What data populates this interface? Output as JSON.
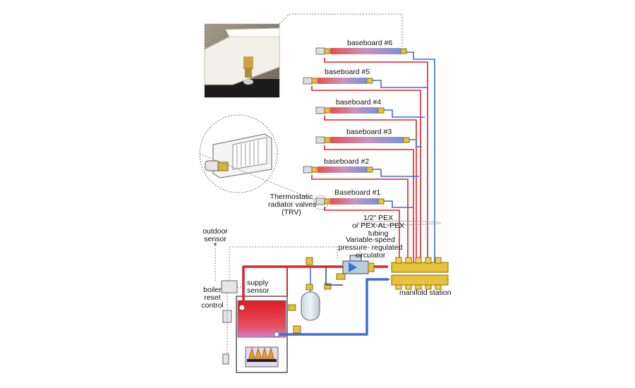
{
  "baseboards": [
    {
      "label": "baseboard #6"
    },
    {
      "label": "baseboard #5"
    },
    {
      "label": "baseboard #4"
    },
    {
      "label": "baseboard #3"
    },
    {
      "label": "baseboard #2"
    },
    {
      "label": "Baseboard #1"
    }
  ],
  "labels": {
    "trv_line1": "Thermostatic",
    "trv_line2": "radiator valves",
    "trv_line3": "(TRV)",
    "pex_line1": "1/2\" PEX",
    "pex_line2": "or PEX-AL-PEX",
    "pex_line3": "tubing",
    "circ_line1": "Variable-speed",
    "circ_line2": "pressure- regulated",
    "circ_line3": "circulator",
    "outdoor_line1": "outdoor",
    "outdoor_line2": "sensor",
    "supply_line1": "supply",
    "supply_line2": "sensor",
    "boiler_line1": "boiler",
    "boiler_line2": "reset",
    "boiler_line3": "control",
    "manifold": "manifold station"
  },
  "colors": {
    "supply_pipe": "#d9252b",
    "return_pipe": "#3d6fd1",
    "brass": "#e8c33a",
    "boiler_hot": "#e0202a",
    "flame": "#f0a020",
    "background": "#ffffff"
  }
}
